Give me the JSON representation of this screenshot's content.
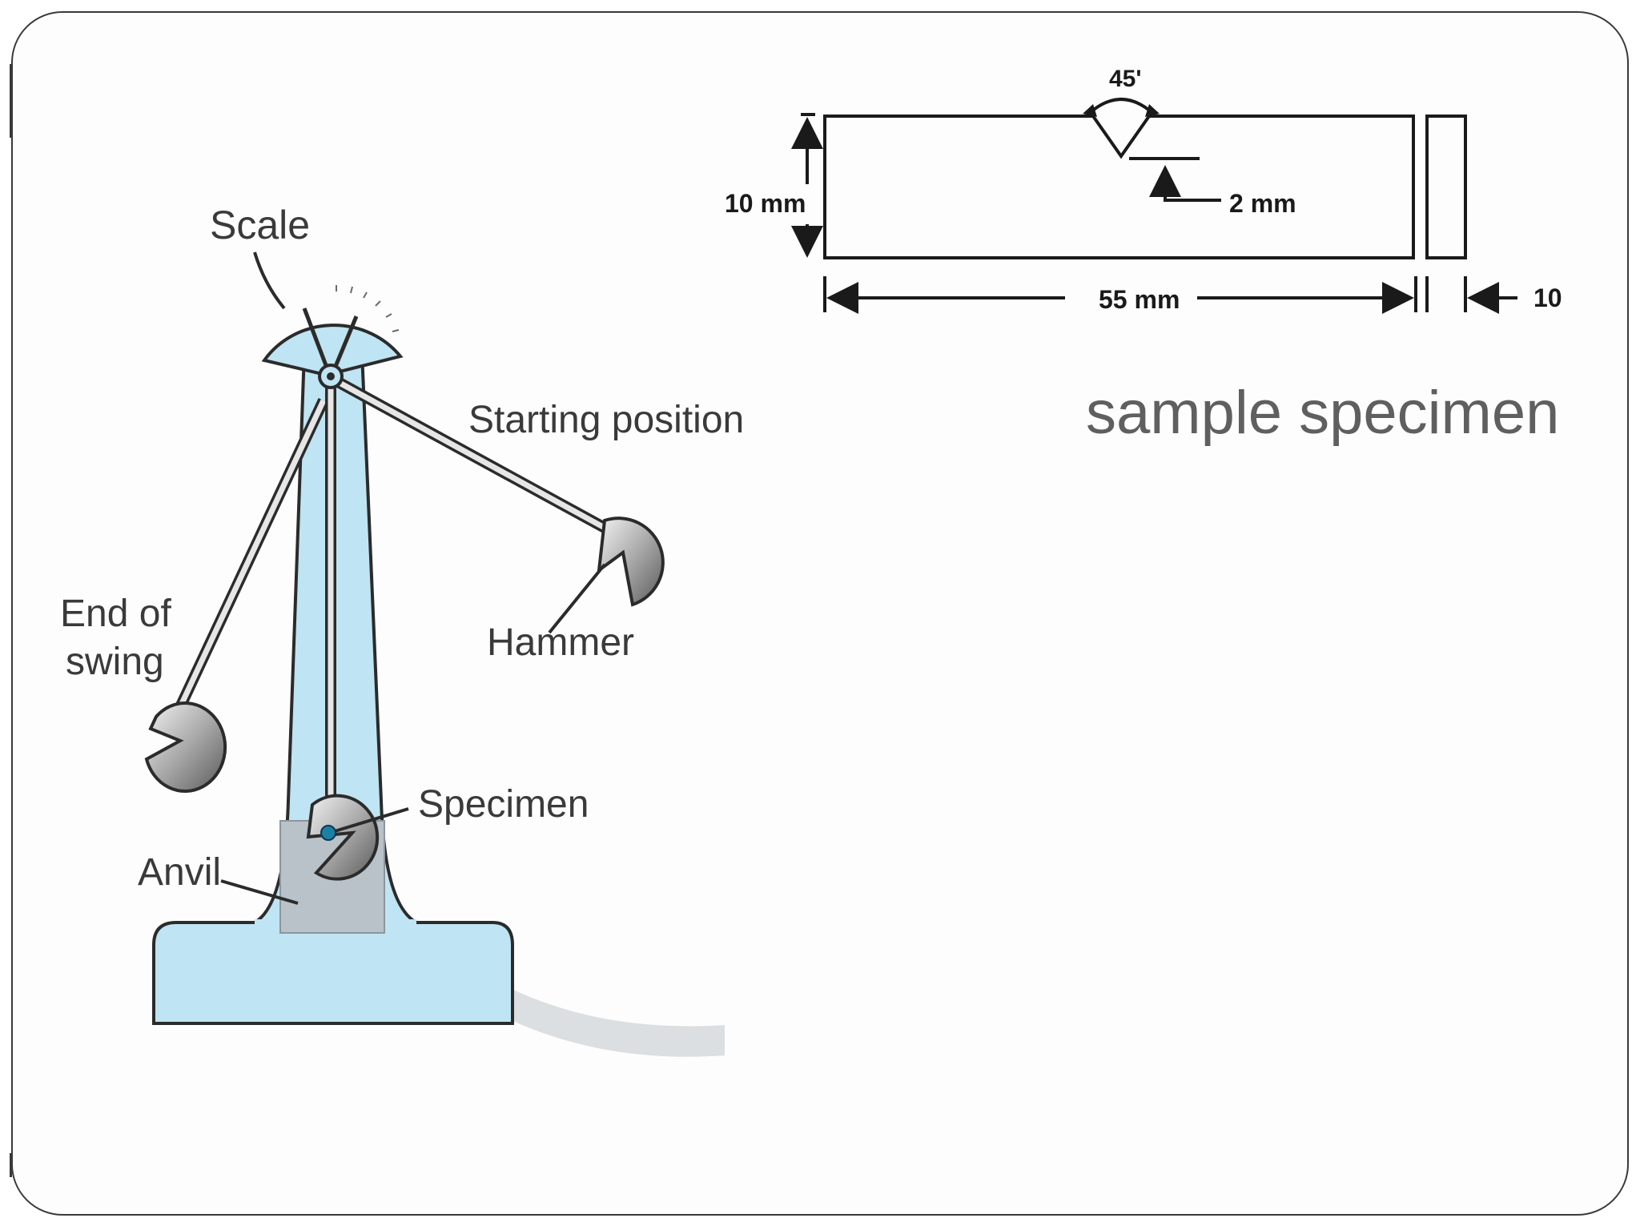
{
  "impact_tester": {
    "labels": {
      "scale": "Scale",
      "starting_position": "Starting position",
      "end_of_swing_line1": "End of",
      "end_of_swing_line2": "swing",
      "hammer": "Hammer",
      "specimen": "Specimen",
      "anvil": "Anvil"
    },
    "colors": {
      "machine_fill": "#bfe4f3",
      "outline": "#2b2b2b",
      "hammer_fill": "#bdbdbd"
    }
  },
  "specimen_drawing": {
    "notch_angle": "45'",
    "notch_depth": "2 mm",
    "height": "10 mm",
    "length": "55 mm",
    "width": "10"
  },
  "caption": "sample specimen"
}
